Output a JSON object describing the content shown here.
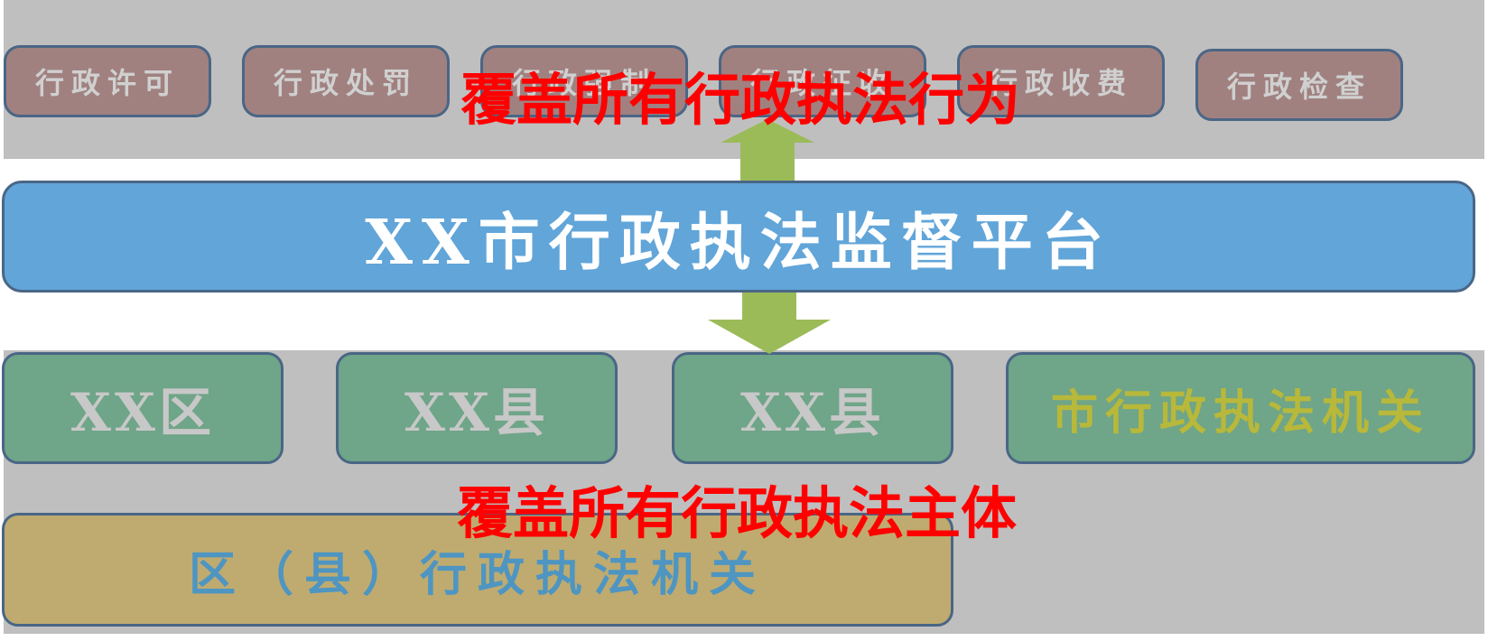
{
  "colors": {
    "band": "#bfbfbf",
    "act_box": "#a08180",
    "act_text": "#d0d0d0",
    "platform_box": "#61a5d9",
    "platform_text": "#ffffff",
    "subject_box": "#6fa588",
    "subject_text": "#c8c8c8",
    "city_subject_text": "#b8b83a",
    "district_box": "#bfab6f",
    "district_text": "#4e95c2",
    "overlay_text": "#ff0000",
    "arrow": "#9bbb59",
    "border": "#4a6686"
  },
  "top_row": {
    "enforcement_acts": [
      "行政许可",
      "行政处罚",
      "行政强制",
      "行政征收",
      "行政收费",
      "行政检查"
    ],
    "overlay_label": "覆盖所有行政执法行为"
  },
  "platform": {
    "title": "XX市行政执法监督平台"
  },
  "bottom_row": {
    "subjects": [
      "XX区",
      "XX县",
      "XX县",
      "市行政执法机关"
    ],
    "overlay_label": "覆盖所有行政执法主体",
    "district_agencies": "区（县）行政执法机关"
  },
  "icons": {
    "arrow_up": "arrow-up-icon",
    "arrow_down": "arrow-down-icon"
  }
}
